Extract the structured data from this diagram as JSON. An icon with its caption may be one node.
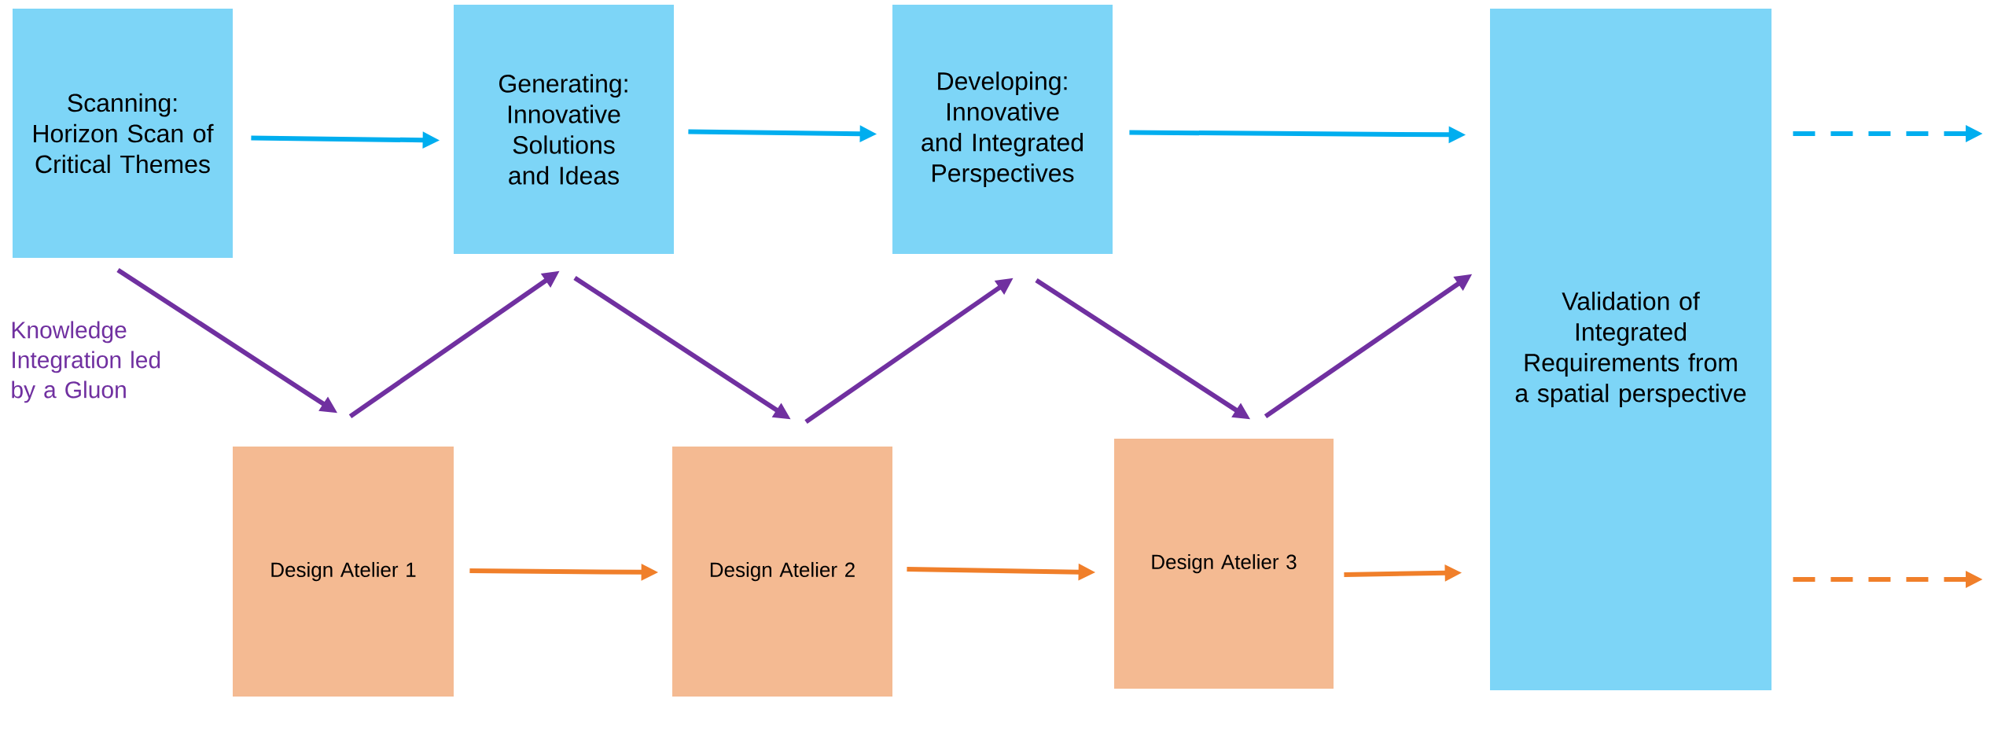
{
  "diagram": {
    "nodes": [
      {
        "text": [
          "Scanning: Horizon Scan of Critical Themes"
        ]
      },
      {
        "text": [
          "Generating: Innovative Solutions and Ideas"
        ]
      },
      {
        "text": [
          "Developing: Innovative and Integrated Perspectives"
        ]
      },
      {
        "text": [
          "Validation of Integrated Requirements from a spatial perspective"
        ]
      },
      {
        "text": [
          "Design Atelier 1"
        ]
      },
      {
        "text": [
          "Design Atelier 2"
        ]
      },
      {
        "text": [
          "Design Atelier 3"
        ]
      }
    ],
    "edges": [
      {
        "from": 0,
        "to": 1,
        "arrow": "to",
        "color": "#00aeef"
      },
      {
        "from": 1,
        "to": 2,
        "arrow": "to",
        "color": "#00aeef"
      },
      {
        "from": 2,
        "to": 3,
        "arrow": "to",
        "color": "#00aeef"
      },
      {
        "from": 3,
        "to": null,
        "arrow": "to",
        "style": "dashed",
        "color": "#00aeef"
      },
      {
        "from": 4,
        "to": 5,
        "arrow": "to",
        "color": "#f07f2a"
      },
      {
        "from": 5,
        "to": 6,
        "arrow": "to",
        "color": "#f07f2a"
      },
      {
        "from": 6,
        "to": 3,
        "arrow": "to",
        "color": "#f07f2a"
      },
      {
        "from": 3,
        "to": null,
        "arrow": "to",
        "style": "dashed",
        "color": "#f07f2a"
      },
      {
        "from": 0,
        "to": 4,
        "arrow": "to"
      },
      {
        "from": 4,
        "to": 1,
        "arrow": "to"
      },
      {
        "from": 1,
        "to": 5,
        "arrow": "to"
      },
      {
        "from": 5,
        "to": 2,
        "arrow": "to"
      },
      {
        "from": 2,
        "to": 6,
        "arrow": "to"
      },
      {
        "from": 6,
        "to": 3,
        "arrow": "to"
      }
    ],
    "labels": [
      "Knowledge Integration led by a Gluon"
    ]
  }
}
